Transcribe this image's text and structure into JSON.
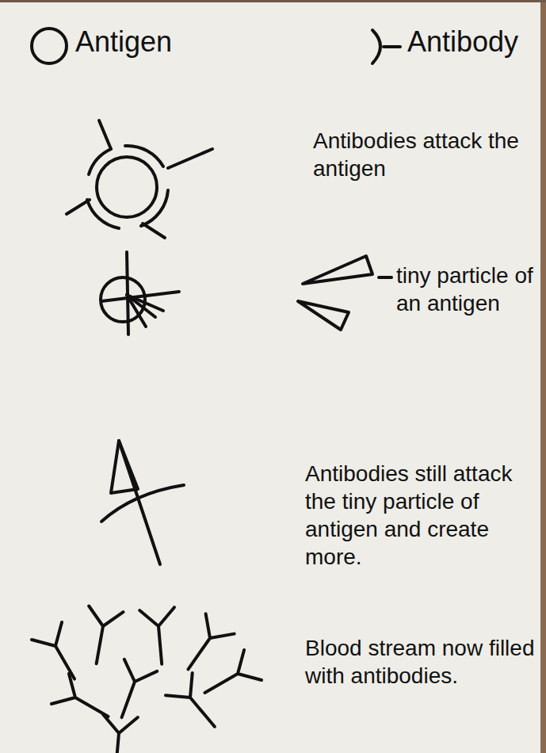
{
  "diagram": {
    "labels": [
      "Antibodies attack the antigen",
      "tiny particle of an antigen",
      "Antibodies still attack the tiny particle of antigen and create more.",
      "Blood stream now filled with antibodies."
    ],
    "legend": [
      {
        "text": "Antigen"
      },
      {
        "text": "Antibody"
      }
    ]
  }
}
